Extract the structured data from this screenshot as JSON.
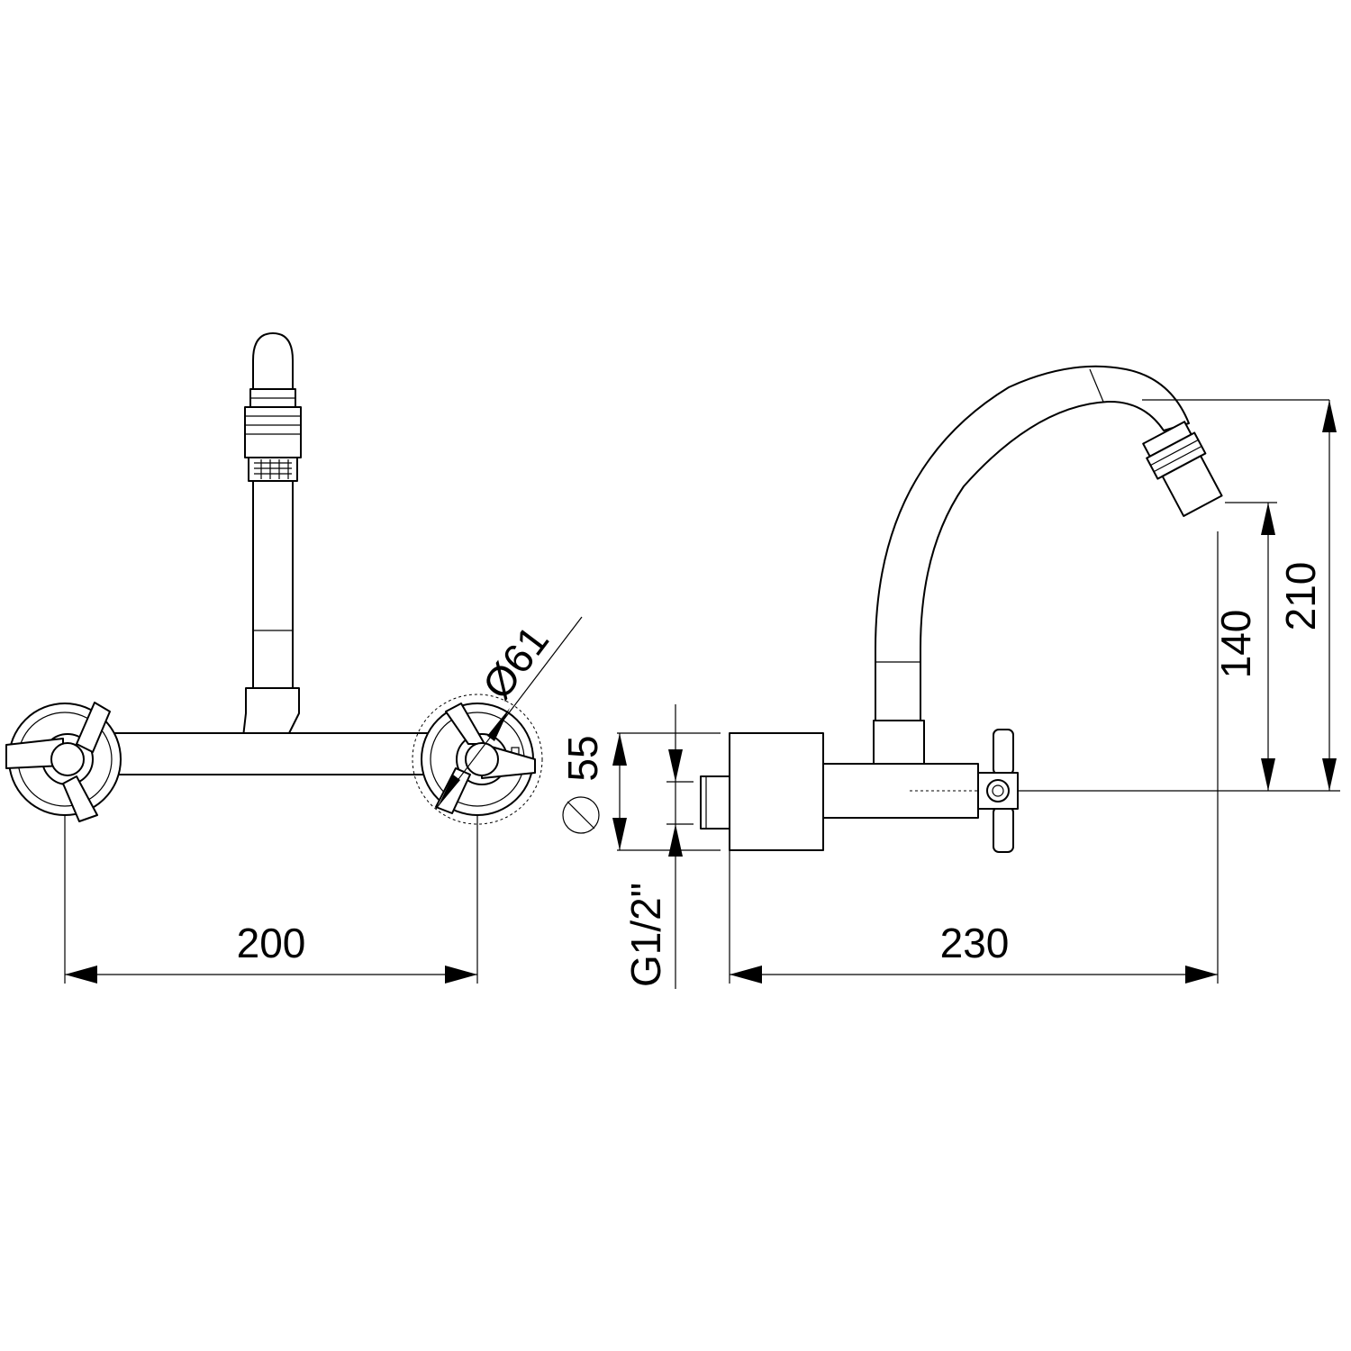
{
  "dimensions": {
    "spacing_between_valves": "200",
    "reach": "230",
    "outlet_height": "140",
    "total_height": "210",
    "body_depth": "55",
    "flange_diameter": "Ø61",
    "thread": "G1/2\""
  },
  "colors": {
    "line": "#000000",
    "background": "#ffffff"
  }
}
